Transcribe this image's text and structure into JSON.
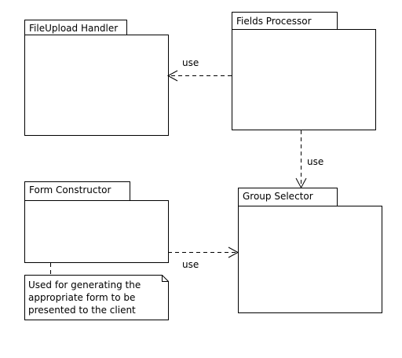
{
  "packages": {
    "fileupload_handler": "FileUpload Handler",
    "fields_processor": "Fields Processor",
    "form_constructor": "Form Constructor",
    "group_selector": "Group Selector"
  },
  "dependencies": {
    "processor_to_fileupload": "use",
    "processor_to_group": "use",
    "form_to_group": "use"
  },
  "note": {
    "lines": [
      "Used for generating the",
      "appropriate form to be",
      "presented to the client"
    ]
  }
}
